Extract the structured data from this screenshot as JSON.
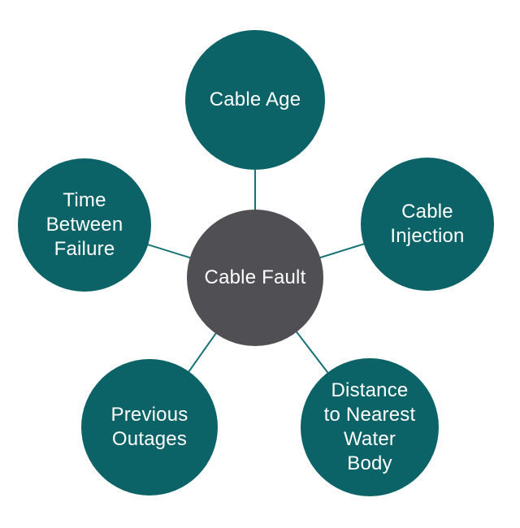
{
  "diagram": {
    "type": "hub-and-spoke",
    "center": {
      "label": "Cable Fault",
      "lines": [
        "Cable Fault"
      ]
    },
    "nodes": {
      "top": {
        "label": "Cable Age",
        "lines": [
          "Cable Age"
        ]
      },
      "left": {
        "label": "Time Between Failure",
        "lines": [
          "Time",
          "Between",
          "Failure"
        ]
      },
      "right": {
        "label": "Cable Injection",
        "lines": [
          "Cable",
          "Injection"
        ]
      },
      "bottom_left": {
        "label": "Previous Outages",
        "lines": [
          "Previous",
          "Outages"
        ]
      },
      "bottom_right": {
        "label": "Distance to Nearest Water Body",
        "lines": [
          "Distance",
          "to Nearest",
          "Water",
          "Body"
        ]
      }
    }
  },
  "colors": {
    "node_fill": "#0c6367",
    "center_fill": "#4f4f54",
    "connector": "#157277",
    "label_text": "#ffffff",
    "background": "#ffffff"
  }
}
